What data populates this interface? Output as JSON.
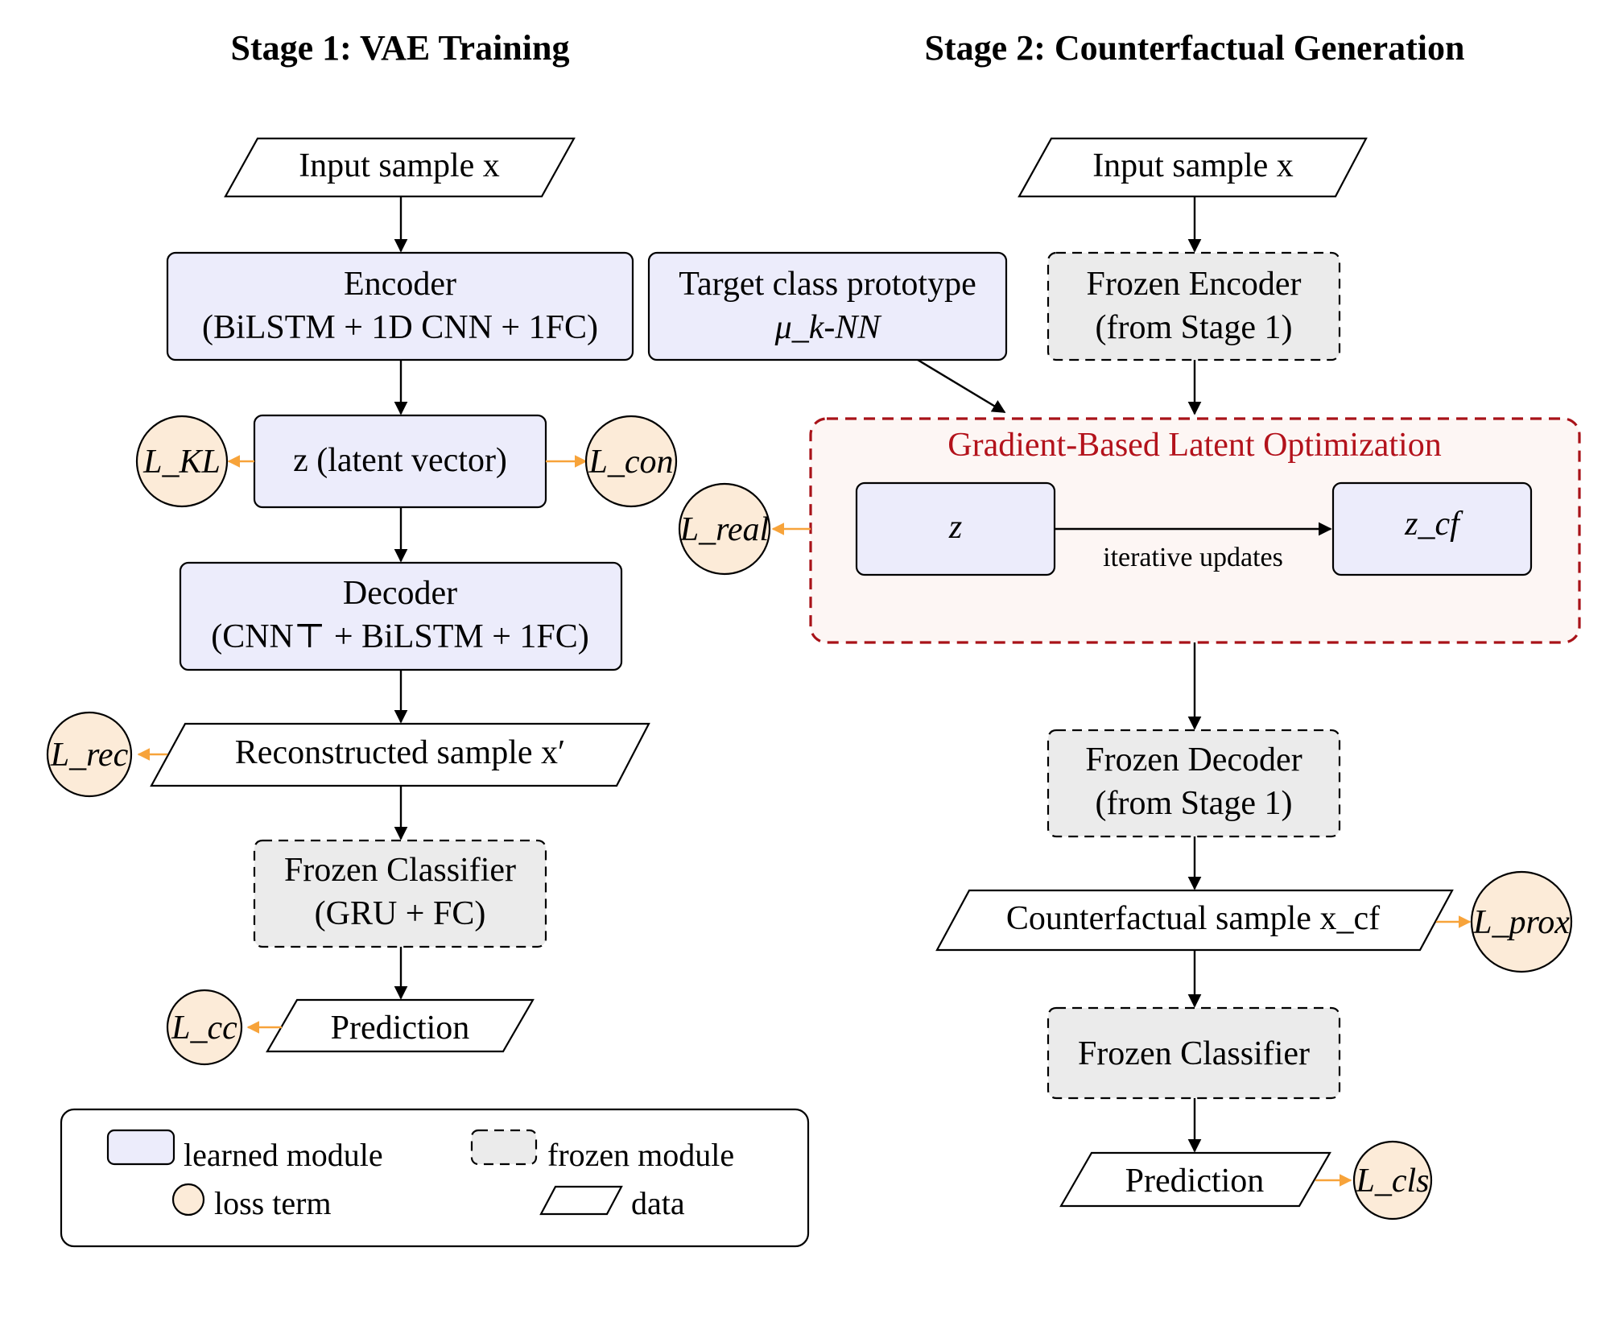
{
  "stage1": {
    "title": "Stage 1: VAE Training",
    "input": "Input sample x",
    "encoder": {
      "line1": "Encoder",
      "line2": "(BiLSTM + 1D CNN + 1FC)"
    },
    "latent": "z (latent vector)",
    "decoder": {
      "line1": "Decoder",
      "line2": "(CNN⊤ + BiLSTM + 1FC)"
    },
    "reconstructed": "Reconstructed sample x′",
    "classifier": {
      "line1": "Frozen Classifier",
      "line2": "(GRU + FC)"
    },
    "prediction": "Prediction",
    "losses": {
      "kl": "L_KL",
      "con": "L_con",
      "rec": "L_rec",
      "cc": "L_cc"
    }
  },
  "stage2": {
    "title": "Stage 2: Counterfactual Generation",
    "input": "Input sample x",
    "prototype": {
      "line1": "Target class prototype",
      "line2": "μ_k-NN"
    },
    "frozen_encoder": {
      "line1": "Frozen Encoder",
      "line2": "(from Stage 1)"
    },
    "optimization": {
      "title": "Gradient-Based Latent Optimization",
      "z": "z",
      "zcf": "z_cf",
      "edge": "iterative updates"
    },
    "frozen_decoder": {
      "line1": "Frozen Decoder",
      "line2": "(from Stage 1)"
    },
    "counterfactual": "Counterfactual sample x_cf",
    "classifier": "Frozen Classifier",
    "prediction": "Prediction",
    "losses": {
      "real": "L_real",
      "prox": "L_prox",
      "cls": "L_cls"
    }
  },
  "legend": {
    "learned": "learned module",
    "frozen": "frozen module",
    "loss": "loss term",
    "data": "data"
  },
  "colors": {
    "learned_fill": "#ececfb",
    "frozen_fill": "#ebebeb",
    "loss_fill": "#fcebd8",
    "loss_arrow": "#f7a33a",
    "optimization_border": "#a81218",
    "optimization_fill": "#fdf6f4"
  }
}
